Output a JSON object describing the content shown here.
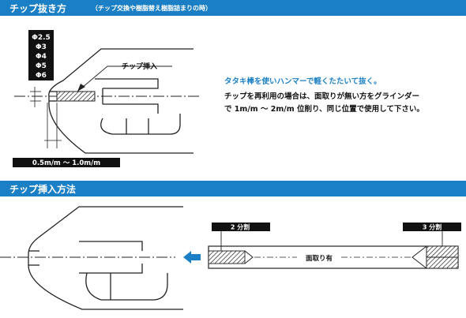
{
  "section1": {
    "title": "チップ抜き方",
    "subtitle": "（チップ交換や樹脂替え樹脂詰まりの時）",
    "sizes": [
      "Φ2.5",
      "Φ3",
      "Φ4",
      "Φ5",
      "Φ6"
    ],
    "chip_label": "チップ挿入",
    "dimension_label": "0.5m/m ～ 1.0m/m",
    "note_blue": "タタキ棒を使いハンマーで軽くたたいて抜く。",
    "note_lines": [
      "チップを再利用の場合は、面取りが無い方をグラインダー",
      "で 1m/m ～ 2m/m 位削り、同じ位置で使用して下さい。"
    ]
  },
  "section2": {
    "title": "チップ挿入方法",
    "label_left": "2 分割",
    "label_right": "3 分割",
    "label_center": "面取り有"
  },
  "colors": {
    "header_bg": "#1a7fc4",
    "blue_text": "#1a7fc4",
    "arrow_blue": "#1a7fc4",
    "dark_label_bg": "#111111"
  }
}
